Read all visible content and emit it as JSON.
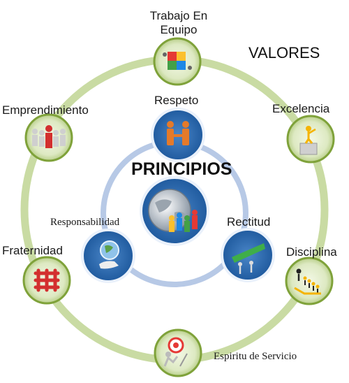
{
  "heading_values": "VALORES",
  "heading_principles": "PRINCIPIOS",
  "valores": [
    {
      "key": "trabajo",
      "label_lines": [
        "Trabajo En",
        "Equipo"
      ],
      "icon": "puzzle-team-icon"
    },
    {
      "key": "excelencia",
      "label_lines": [
        "Excelencia"
      ],
      "icon": "podium-figure-icon"
    },
    {
      "key": "disciplina",
      "label_lines": [
        "Disciplina"
      ],
      "icon": "leader-line-icon"
    },
    {
      "key": "servicio",
      "label_lines": [
        "Espiritu de Servicio"
      ],
      "icon": "target-service-icon"
    },
    {
      "key": "fraternidad",
      "label_lines": [
        "Fraternidad"
      ],
      "icon": "knot-icon"
    },
    {
      "key": "emprendimiento",
      "label_lines": [
        "Emprendimiento"
      ],
      "icon": "leader-group-icon"
    }
  ],
  "principios": [
    {
      "key": "respeto",
      "label": "Respeto",
      "icon": "handshake-icon"
    },
    {
      "key": "rectitud",
      "label": "Rectitud",
      "icon": "level-icon"
    },
    {
      "key": "responsabilidad",
      "label": "Responsabilidad",
      "icon": "globe-hand-icon"
    }
  ],
  "center": {
    "icon": "globe-people-icon"
  },
  "colors": {
    "outer_ring": "#c9dba3",
    "outer_node_rim": "#7fa23a",
    "outer_node_fill": "#e6efd2",
    "inner_ring": "#b7c9e6",
    "inner_node": "#2f6fb5",
    "center_node": "#2d66ac"
  }
}
